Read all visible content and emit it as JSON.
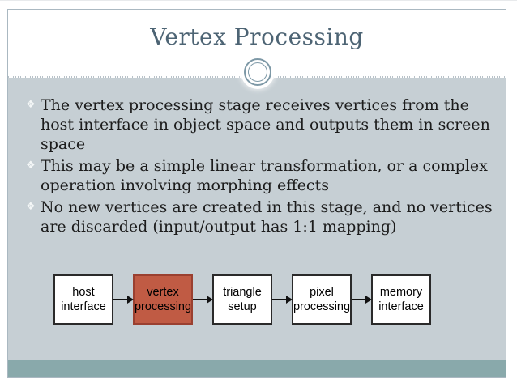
{
  "slide": {
    "title": "Vertex Processing",
    "bullet_glyph": "❖",
    "bullets": [
      {
        "lines": [
          "The vertex processing stage receives vertices from the",
          "host interface in object space and outputs them in screen",
          "space"
        ]
      },
      {
        "lines": [
          "This may be a simple linear transformation, or a complex",
          "operation involving morphing effects"
        ]
      },
      {
        "lines": [
          "No new vertices are created in this stage, and no vertices",
          "are discarded (input/output has 1:1 mapping)"
        ]
      }
    ],
    "pipeline": {
      "stages": [
        {
          "name": "host-interface",
          "lines": [
            "host",
            "interface"
          ],
          "highlighted": false
        },
        {
          "name": "vertex-processing",
          "lines": [
            "vertex",
            "processing"
          ],
          "highlighted": true
        },
        {
          "name": "triangle-setup",
          "lines": [
            "triangle",
            "setup"
          ],
          "highlighted": false
        },
        {
          "name": "pixel-processing",
          "lines": [
            "pixel",
            "processing"
          ],
          "highlighted": false
        },
        {
          "name": "memory-interface",
          "lines": [
            "memory",
            "interface"
          ],
          "highlighted": false
        }
      ]
    },
    "colors": {
      "body_bg": "#c6cfd4",
      "bottom_band": "#89a9ab",
      "title": "#4d6474",
      "highlight_box": "#c05b44",
      "highlight_border": "#9a4030",
      "box_border": "#2a2a2a",
      "text": "#1c1c1c",
      "ornament_ring": "#7d98a6",
      "frame_border": "#aab8c1"
    }
  }
}
